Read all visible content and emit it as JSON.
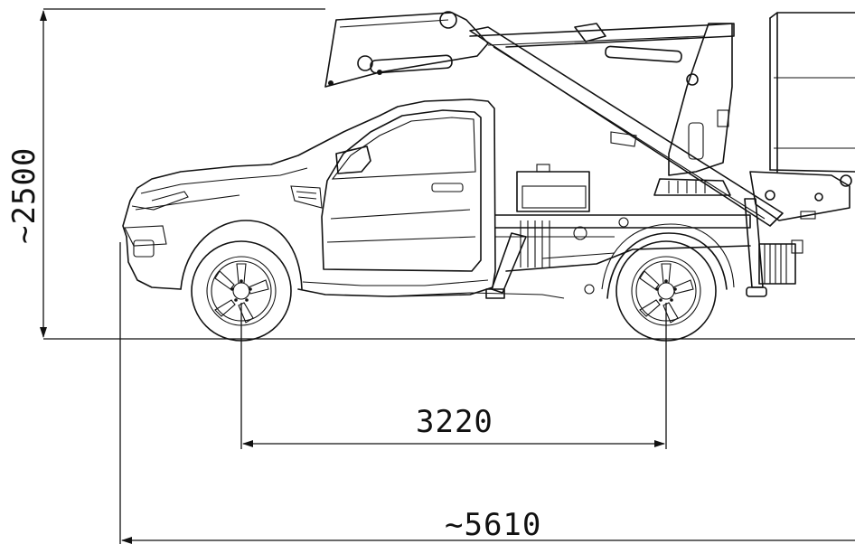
{
  "dimensions": {
    "height_label": "~2500",
    "wheelbase_label": "3220",
    "length_label": "~5610"
  }
}
